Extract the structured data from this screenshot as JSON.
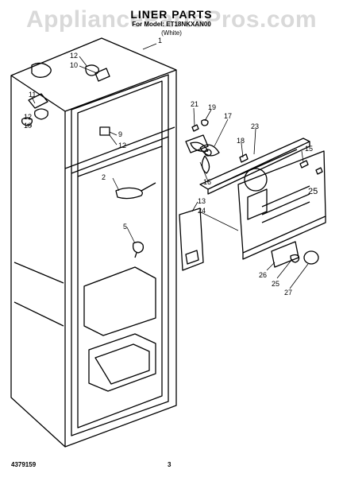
{
  "header": {
    "watermark": "AppliancePartsPros.com",
    "title": "LINER PARTS",
    "subtitle": "For Model: ET18NKXAN00",
    "variant": "(White)"
  },
  "callouts": [
    {
      "id": "c1",
      "label": "1"
    },
    {
      "id": "c12a",
      "label": "12"
    },
    {
      "id": "c10a",
      "label": "10"
    },
    {
      "id": "c11",
      "label": "11"
    },
    {
      "id": "c12b",
      "label": "12"
    },
    {
      "id": "c10b",
      "label": "10"
    },
    {
      "id": "c9",
      "label": "9"
    },
    {
      "id": "c12c",
      "label": "12"
    },
    {
      "id": "c2",
      "label": "2"
    },
    {
      "id": "c5",
      "label": "5"
    },
    {
      "id": "c21",
      "label": "21"
    },
    {
      "id": "c19",
      "label": "19"
    },
    {
      "id": "c17",
      "label": "17"
    },
    {
      "id": "c23",
      "label": "23"
    },
    {
      "id": "c18",
      "label": "18"
    },
    {
      "id": "c15",
      "label": "15"
    },
    {
      "id": "c16",
      "label": "16"
    },
    {
      "id": "c13",
      "label": "13"
    },
    {
      "id": "c24",
      "label": "24"
    },
    {
      "id": "c25a",
      "label": "25"
    },
    {
      "id": "c26",
      "label": "26"
    },
    {
      "id": "c25b",
      "label": "25"
    },
    {
      "id": "c27",
      "label": "27"
    }
  ],
  "footer": {
    "doc_number": "4379159",
    "page_number": "3"
  }
}
